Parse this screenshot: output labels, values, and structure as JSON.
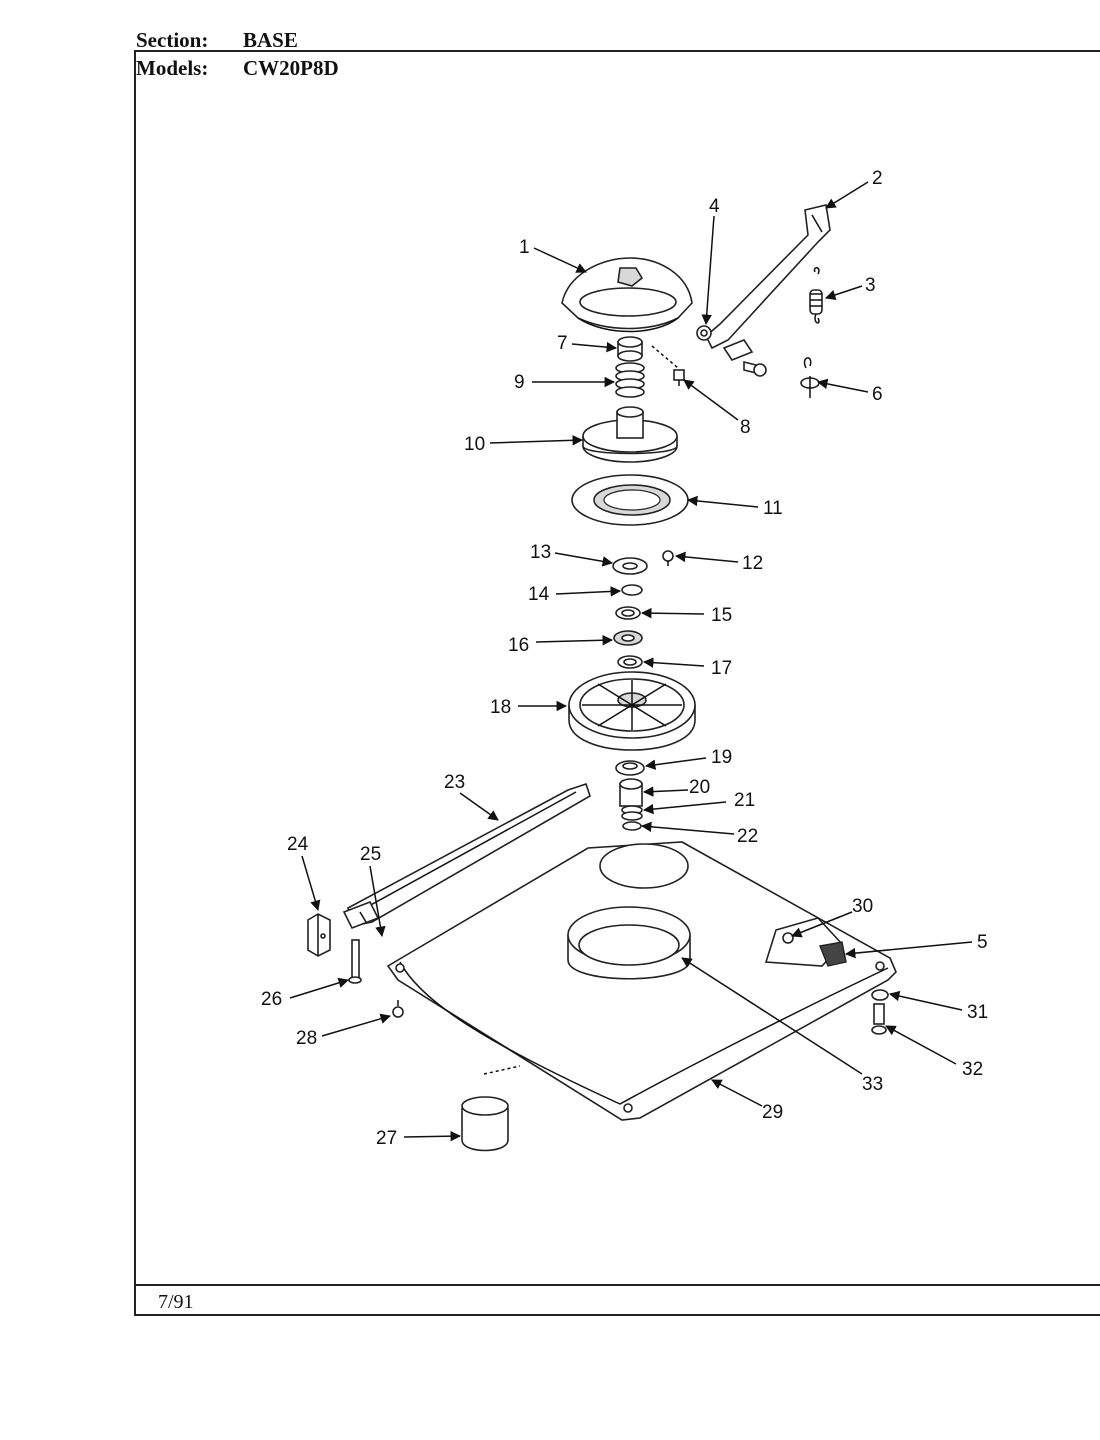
{
  "header": {
    "section_label": "Section:",
    "section_value": "BASE",
    "models_label": "Models:",
    "models_value": "CW20P8D"
  },
  "footer": {
    "date": "7/91"
  },
  "callouts": [
    "1",
    "2",
    "3",
    "4",
    "5",
    "6",
    "7",
    "8",
    "9",
    "10",
    "11",
    "12",
    "13",
    "14",
    "15",
    "16",
    "17",
    "18",
    "19",
    "20",
    "21",
    "22",
    "23",
    "24",
    "25",
    "26",
    "27",
    "28",
    "29",
    "30",
    "31",
    "32",
    "33"
  ]
}
